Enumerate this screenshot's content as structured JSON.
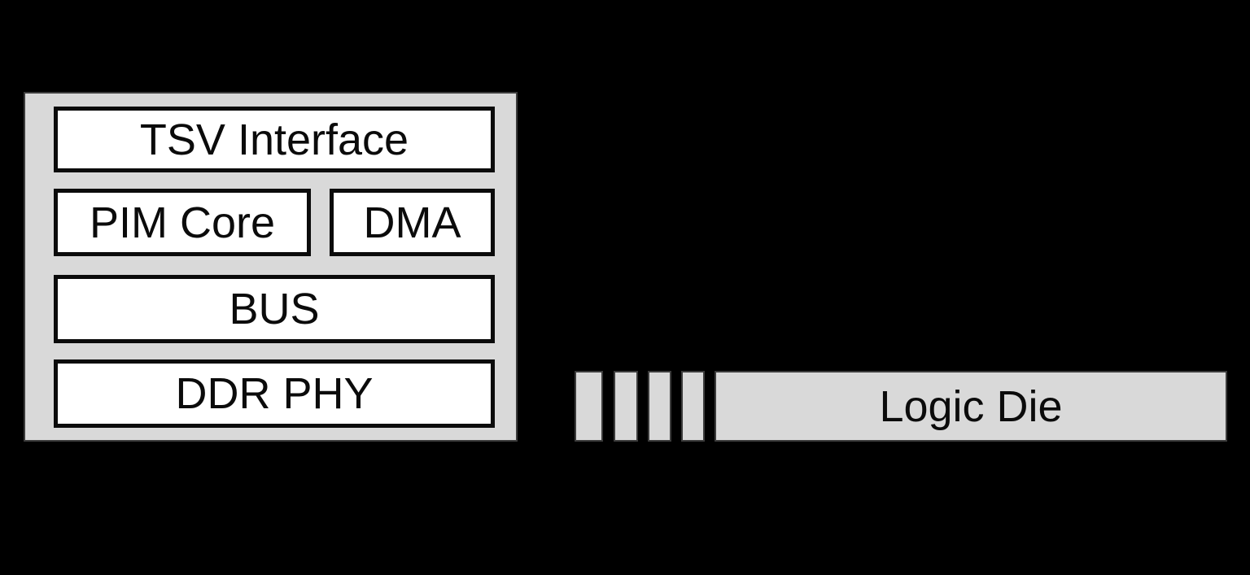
{
  "diagram": {
    "pim_die": {
      "tsv_interface_label": "TSV Interface",
      "pim_core_label": "PIM Core",
      "dma_label": "DMA",
      "bus_label": "BUS",
      "ddr_phy_label": "DDR PHY"
    },
    "logic_die": {
      "label": "Logic Die"
    },
    "tsv_connection": {
      "bar_count": 4
    },
    "colors": {
      "background": "#000000",
      "die_fill": "#d9d9d9",
      "die_edge": "#3c3c3c",
      "block_fill": "#ffffff",
      "block_border": "#0b0b0b",
      "text": "#0b0b0b"
    }
  }
}
